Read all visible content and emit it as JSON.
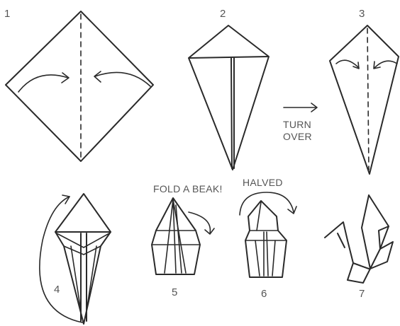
{
  "steps": [
    {
      "number": "1"
    },
    {
      "number": "2"
    },
    {
      "number": "3"
    },
    {
      "number": "4"
    },
    {
      "number": "5"
    },
    {
      "number": "6"
    },
    {
      "number": "7"
    }
  ],
  "notes": {
    "turn_over_line1": "TURN",
    "turn_over_line2": "OVER",
    "fold_a_beak": "FOLD A BEAK!",
    "halved": "HALVED"
  }
}
